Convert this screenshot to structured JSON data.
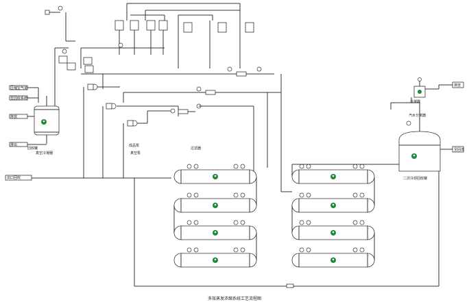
{
  "labels": {
    "main_inlet": "出口回收",
    "vent_top": "排放",
    "side_outlet": "排出",
    "compressed_air": "压缩空气进",
    "tank_inlet": "至回收系统",
    "tank_out": "至回流",
    "tank_label": "回收罐",
    "tank_sub": "真空冷凝器",
    "recycle_tank_label": "二次冷却回收罐",
    "pump_label": "真空泵",
    "filter_label": "过滤器",
    "product_pump": "成品泵",
    "hx_label": "冷凝器",
    "steam_label": "汽水分离器",
    "caption": "多效蒸发浓缩系统工艺流程图"
  }
}
